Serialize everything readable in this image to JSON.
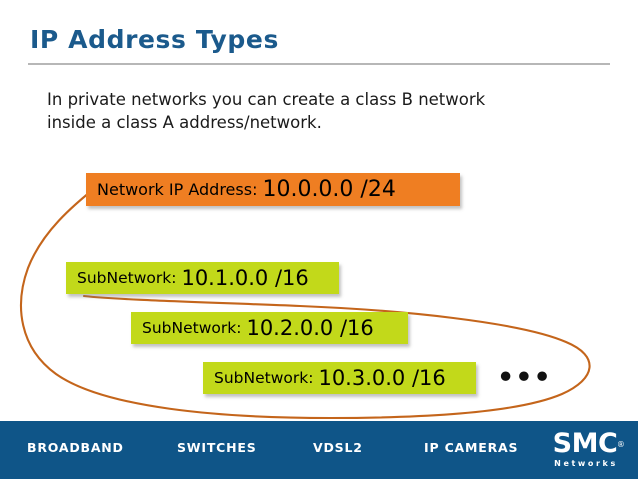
{
  "slide": {
    "title": "IP Address Types",
    "body_lines": [
      "In private networks you can create a class B network",
      "inside a class A address/network."
    ],
    "ellipsis": "•••"
  },
  "boxes": {
    "network": {
      "label": "Network IP Address:",
      "value": "10.0.0.0 /24",
      "color": "#ef7e22"
    },
    "subnets": [
      {
        "label": "SubNetwork:",
        "value": "10.1.0.0 /16",
        "color": "#c2d91a"
      },
      {
        "label": "SubNetwork:",
        "value": "10.2.0.0 /16",
        "color": "#c2d91a"
      },
      {
        "label": "SubNetwork:",
        "value": "10.3.0.0 /16",
        "color": "#c2d91a"
      }
    ]
  },
  "footer": {
    "items": [
      "BROADBAND",
      "SWITCHES",
      "VDSL2",
      "IP CAMERAS"
    ],
    "logo": {
      "main": "SMC",
      "registered": "®",
      "sub": "Networks"
    },
    "color": "#0f5588"
  },
  "theme": {
    "title_color": "#1b5a8c",
    "rule_color": "#b7b7b7",
    "lasso_color": "#c4651b",
    "text_color": "#1a1a1a"
  }
}
